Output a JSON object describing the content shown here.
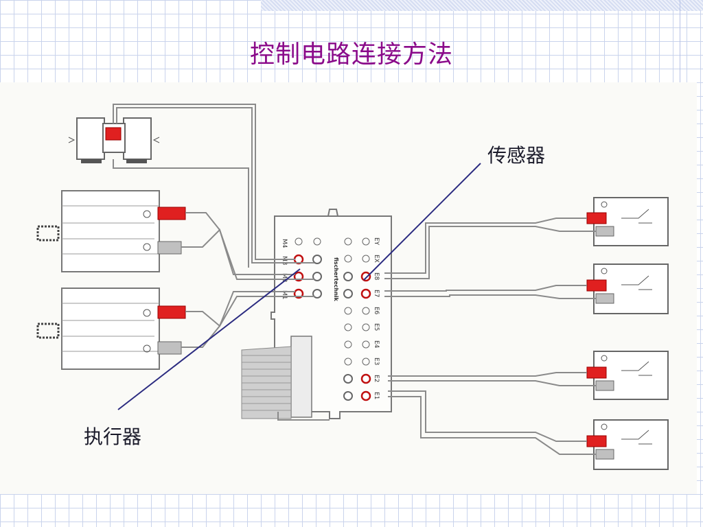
{
  "slide": {
    "title": "控制电路连接方法"
  },
  "callouts": {
    "sensor": "传感器",
    "actuator": "执行器"
  },
  "interface": {
    "brand": "fischertechnik",
    "output_ports": [
      "M4",
      "M3",
      "M2",
      "M1"
    ],
    "input_ports": [
      "EY",
      "EX",
      "E8",
      "E7",
      "E6",
      "E5",
      "E4",
      "E3",
      "E2",
      "E1"
    ]
  },
  "colors": {
    "title": "#8a0a8a",
    "wire": "#8a8a8a",
    "connector_red": "#e02020",
    "connector_gray": "#c0c0c0",
    "callout_line": "#2b2b80"
  }
}
